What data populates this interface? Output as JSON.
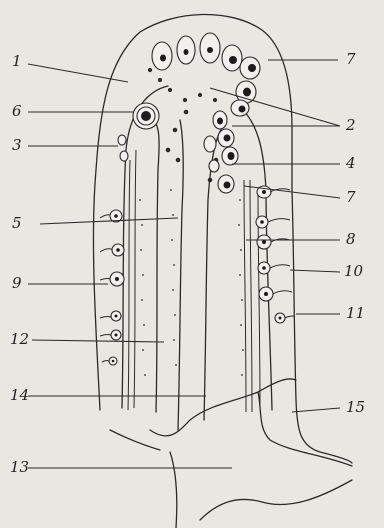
{
  "figure": {
    "background": "#e9e7e2",
    "ink": "#2a2a2a",
    "labels": {
      "l1": "1",
      "l2": "2",
      "l3": "3",
      "l4": "4",
      "l5": "5",
      "l6": "6",
      "l7a": "7",
      "l7b": "7",
      "l8": "8",
      "l9": "9",
      "l10": "10",
      "l11": "11",
      "l12": "12",
      "l13": "13",
      "l14": "14",
      "l15": "15"
    }
  }
}
